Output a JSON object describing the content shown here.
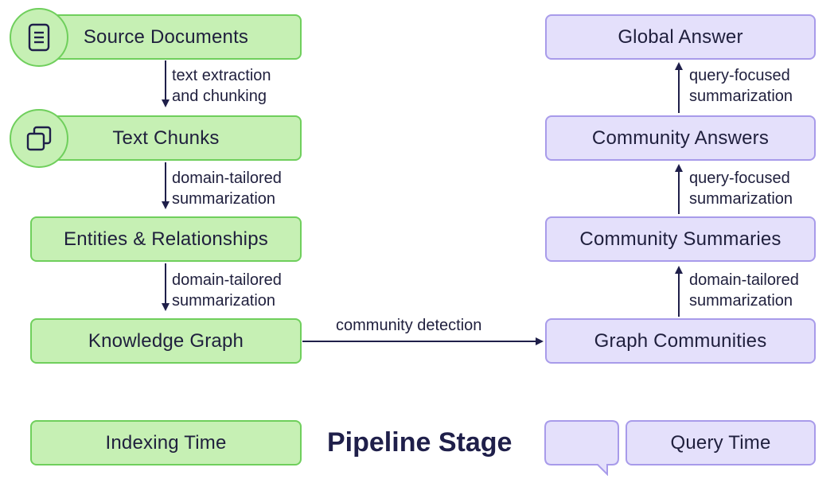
{
  "nodes": {
    "source_documents": "Source Documents",
    "text_chunks": "Text Chunks",
    "entities_relationships": "Entities & Relationships",
    "knowledge_graph": "Knowledge Graph",
    "graph_communities": "Graph Communities",
    "community_summaries": "Community Summaries",
    "community_answers": "Community Answers",
    "global_answer": "Global Answer"
  },
  "edges": {
    "extraction": [
      "text extraction",
      "and chunking"
    ],
    "tailored_1": [
      "domain-tailored",
      "summarization"
    ],
    "tailored_2": [
      "domain-tailored",
      "summarization"
    ],
    "community_detection": "community detection",
    "tailored_3": [
      "domain-tailored",
      "summarization"
    ],
    "query_focused_1": [
      "query-focused",
      "summarization"
    ],
    "query_focused_2": [
      "query-focused",
      "summarization"
    ]
  },
  "legend": {
    "indexing_time": "Indexing Time",
    "pipeline_stage": "Pipeline Stage",
    "query_time": "Query Time"
  },
  "colors": {
    "indexing_fill": "#c6f0b4",
    "indexing_border": "#6fcf5c",
    "query_fill": "#e4e0fb",
    "query_border": "#a89bea",
    "arrow": "#1f1f4a"
  },
  "icons": {
    "source_documents": "document-icon",
    "text_chunks": "copy-icon"
  }
}
